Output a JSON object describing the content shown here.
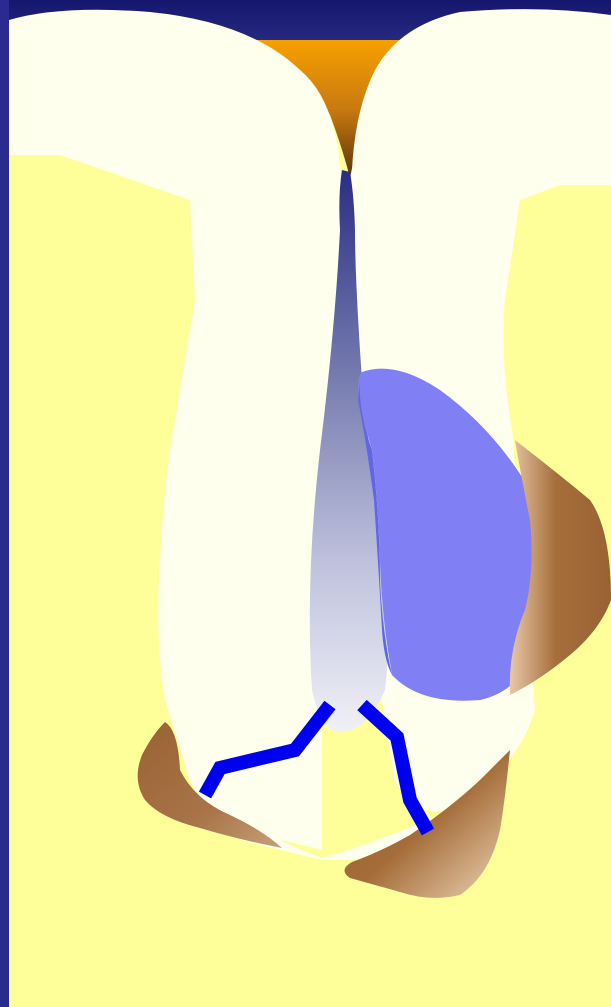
{
  "diagram": {
    "caption": "",
    "colors": {
      "frame": "#2b2b8f",
      "background_yellow": "#ffff99",
      "tooth_white": "#ffffee",
      "top_band": "#1e2070",
      "orange_tissue": "#f29400",
      "lesion_blue": "#8080f4",
      "brown_patch": "#9a6a3c",
      "canal_line": "#0000f0"
    },
    "shapes": [
      "left-tooth",
      "right-tooth",
      "gum-tissue",
      "interdental-gap",
      "blue-lesion",
      "brown-patch-right",
      "brown-patch-bottom-left",
      "brown-patch-bottom-right",
      "root-canal-left",
      "root-canal-right"
    ]
  }
}
